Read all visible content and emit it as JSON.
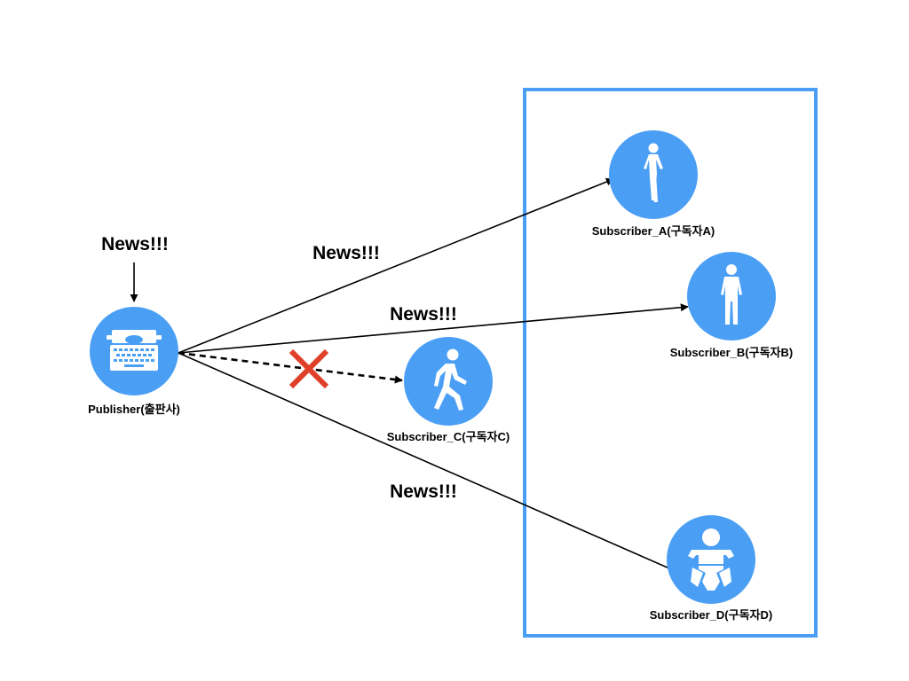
{
  "colors": {
    "node_fill": "#4a9ff5",
    "group_border": "#4a9ff5",
    "blocked_mark": "#e0402a",
    "line": "#000000"
  },
  "publisher": {
    "label": "Publisher(출판사)",
    "incoming_message": "News!!!",
    "icon": "typewriter-icon"
  },
  "messages": {
    "to_subscriber_a": "News!!!",
    "to_subscriber_b": "News!!!",
    "to_subscriber_d": "News!!!"
  },
  "subscribers": [
    {
      "id": "a",
      "label": "Subscriber_A(구독자A)",
      "icon": "woman-standing-icon",
      "subscribed": true
    },
    {
      "id": "b",
      "label": "Subscriber_B(구독자B)",
      "icon": "man-standing-icon",
      "subscribed": true
    },
    {
      "id": "c",
      "label": "Subscriber_C(구독자C)",
      "icon": "person-walking-icon",
      "subscribed": false
    },
    {
      "id": "d",
      "label": "Subscriber_D(구독자D)",
      "icon": "baby-icon",
      "subscribed": true
    }
  ],
  "blocked_marker": "cross-icon"
}
